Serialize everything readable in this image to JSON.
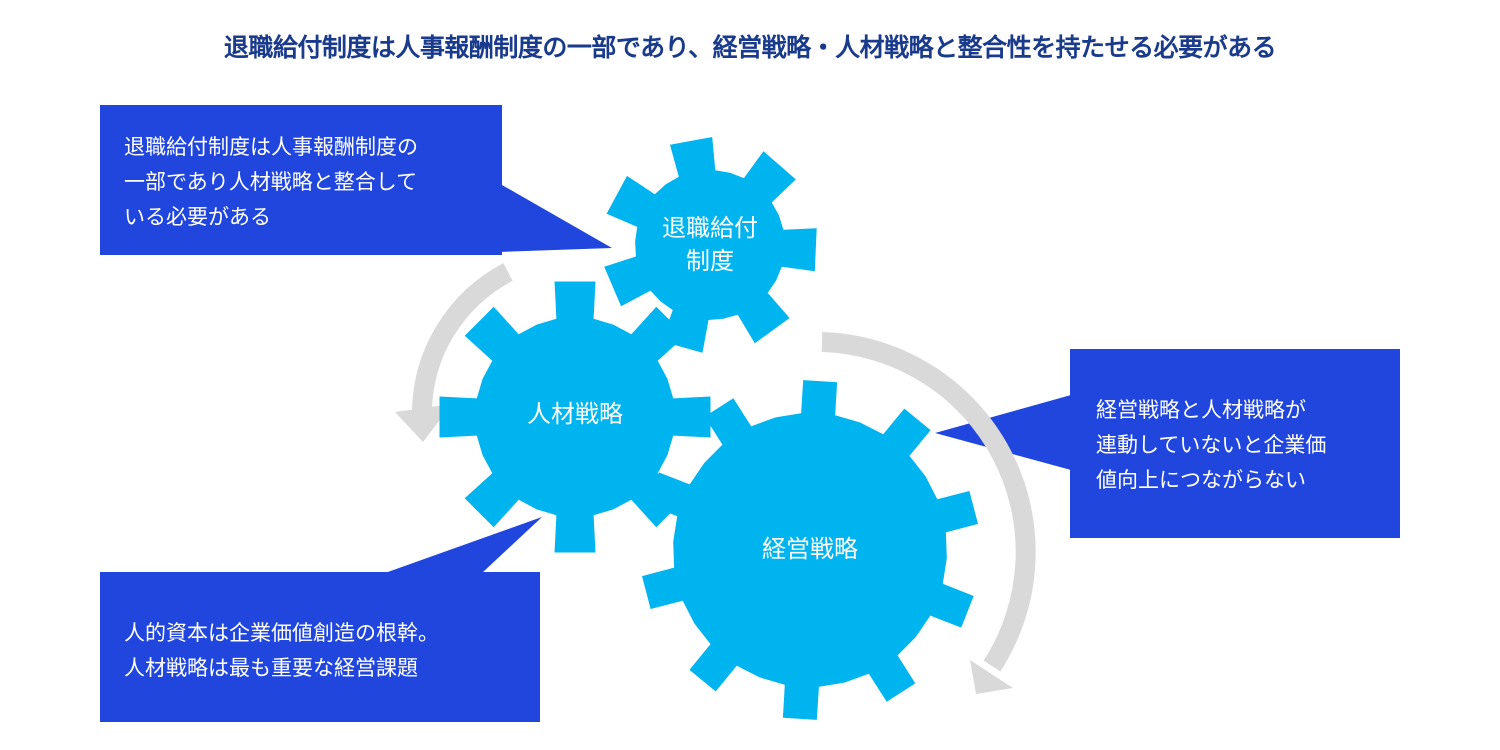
{
  "title": "退職給付制度は人事報酬制度の一部であり、経営戦略・人材戦略と整合性を持たせる必要がある",
  "colors": {
    "title": "#1a3a8c",
    "callout": "#2146de",
    "gear": "#00b4f0",
    "arrow": "#d9d9d9"
  },
  "gears": [
    {
      "label_lines": [
        "退職給付",
        "制度"
      ]
    },
    {
      "label_lines": [
        "人材戦略"
      ]
    },
    {
      "label_lines": [
        "経営戦略"
      ]
    }
  ],
  "callouts": [
    {
      "lines": [
        "退職給付制度は人事報酬制度の",
        "一部であり人材戦略と整合して",
        "いる必要がある"
      ]
    },
    {
      "lines": [
        "人的資本は企業価値創造の根幹。",
        "人材戦略は最も重要な経営課題"
      ]
    },
    {
      "lines": [
        "経営戦略と人材戦略が",
        "連動していないと企業価",
        "値向上につながらない"
      ]
    }
  ]
}
